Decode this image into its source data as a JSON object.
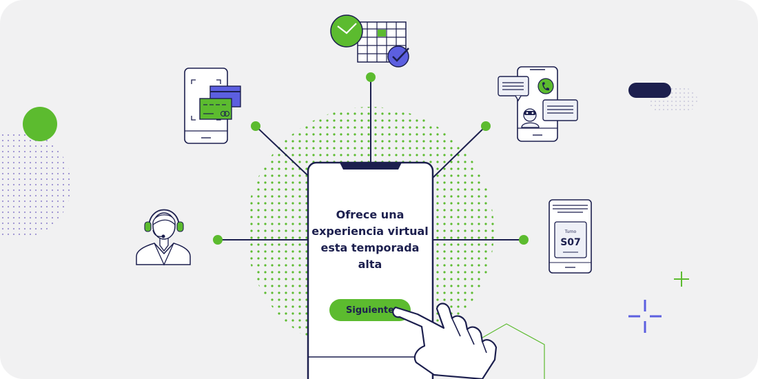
{
  "main_phone": {
    "headline": "Ofrece una experiencia virtual esta temporada alta",
    "cta_label": "Siguiente"
  },
  "ticket": {
    "label": "Turno",
    "code": "S07"
  },
  "colors": {
    "navy": "#1c1f4e",
    "green": "#5cbb2f",
    "violet": "#5c5fe0",
    "background": "#f1f1f2",
    "speech": "#eef0f7"
  },
  "icons": [
    "calendar-clock-icon",
    "payment-cards-phone-icon",
    "chat-bot-phone-icon",
    "call-agent-icon",
    "ticket-phone-icon",
    "pointing-hand-icon"
  ]
}
